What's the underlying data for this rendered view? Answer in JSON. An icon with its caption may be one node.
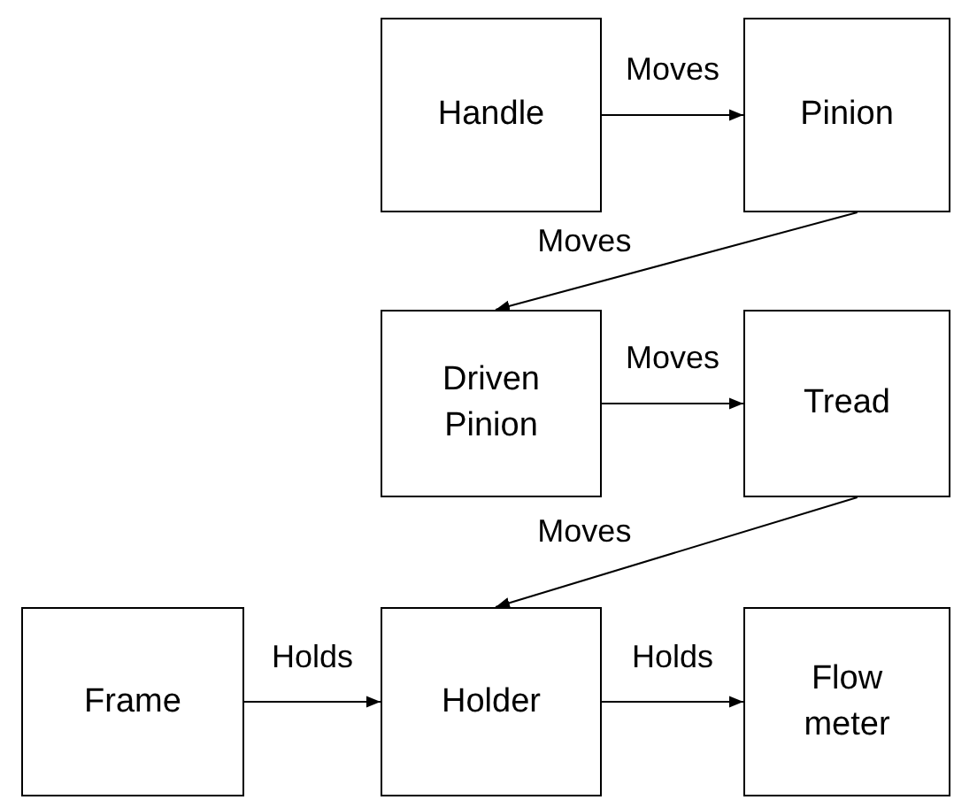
{
  "diagram": {
    "nodes": [
      {
        "text": [
          "Handle"
        ]
      },
      {
        "text": [
          "Pinion"
        ]
      },
      {
        "text": [
          "Driven Pinion"
        ]
      },
      {
        "text": [
          "Tread"
        ]
      },
      {
        "text": [
          "Frame"
        ]
      },
      {
        "text": [
          "Holder"
        ]
      },
      {
        "text": [
          "Flow meter"
        ]
      }
    ],
    "edges": [
      {
        "from": 0,
        "to": 1,
        "arrow": "to",
        "label": "Moves"
      },
      {
        "from": 1,
        "to": 2,
        "arrow": "to",
        "label": "Moves"
      },
      {
        "from": 2,
        "to": 3,
        "arrow": "to",
        "label": "Moves"
      },
      {
        "from": 3,
        "to": 5,
        "arrow": "to",
        "label": "Moves"
      },
      {
        "from": 4,
        "to": 5,
        "arrow": "to",
        "label": "Holds"
      },
      {
        "from": 5,
        "to": 6,
        "arrow": "to",
        "label": "Holds"
      }
    ]
  }
}
